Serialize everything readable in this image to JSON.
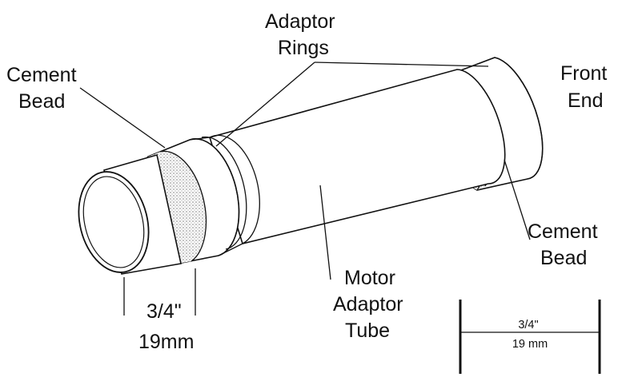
{
  "labels": {
    "cement_bead_left": [
      "Cement",
      "Bead"
    ],
    "adaptor_rings": [
      "Adaptor",
      "Rings"
    ],
    "front_end": [
      "Front",
      "End"
    ],
    "cement_bead_right": [
      "Cement",
      "Bead"
    ],
    "motor_adaptor_tube": [
      "Motor",
      "Adaptor",
      "Tube"
    ],
    "bead_width": [
      "3/4\"",
      "19mm"
    ],
    "scale_bar": [
      "3/4\"",
      "19 mm"
    ]
  },
  "colors": {
    "line": "#111111",
    "fill": "#ffffff",
    "stipple": "#9a9a9a"
  }
}
